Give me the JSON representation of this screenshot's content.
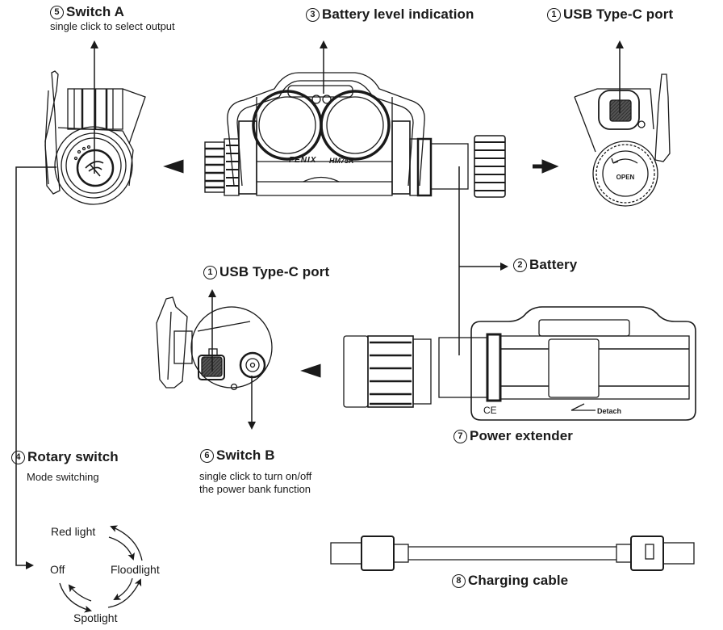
{
  "diagram": {
    "product": "Fenix HM75R headlamp components",
    "brand_text": "FENIX",
    "model_text": "HM75R",
    "labels": {
      "switch_a": {
        "number": "5",
        "title": "Switch A",
        "description": "single click to select output"
      },
      "battery_level": {
        "number": "3",
        "title": "Battery level indication"
      },
      "usb_top": {
        "number": "1",
        "title": "USB Type-C port"
      },
      "usb_mid": {
        "number": "1",
        "title": "USB Type-C port"
      },
      "battery": {
        "number": "2",
        "title": "Battery"
      },
      "rotary_switch": {
        "number": "4",
        "title": "Rotary switch",
        "description": "Mode switching"
      },
      "switch_b": {
        "number": "6",
        "title": "Switch B",
        "description_line1": "single click to turn on/off",
        "description_line2": "the power bank function"
      },
      "power_extender": {
        "number": "7",
        "title": "Power extender"
      },
      "charging_cable": {
        "number": "8",
        "title": "Charging cable"
      }
    },
    "cap_text": "OPEN",
    "extender_marks": {
      "ce": "CE",
      "detach": "Detach"
    },
    "mode_cycle": [
      "Red light",
      "Floodlight",
      "Spotlight",
      "Off"
    ]
  }
}
